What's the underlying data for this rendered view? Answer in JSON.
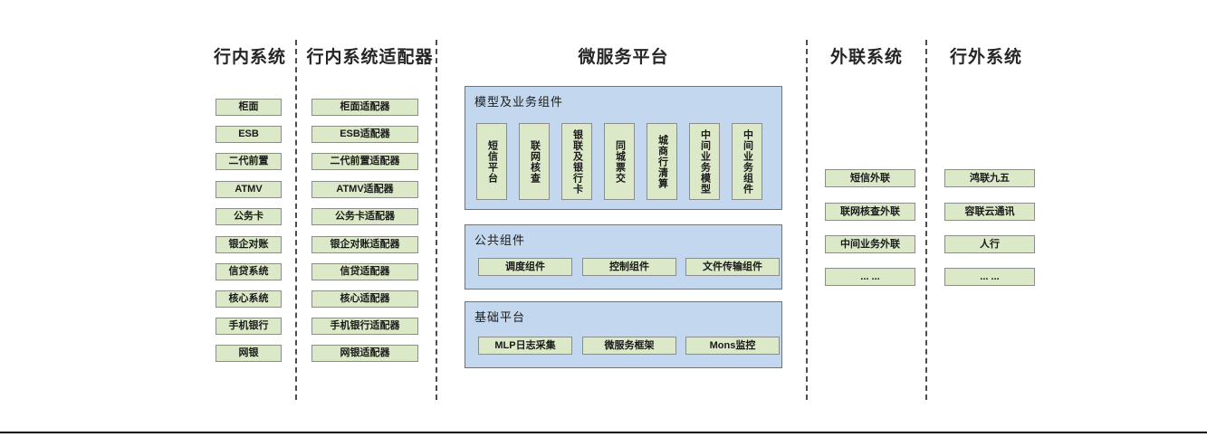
{
  "diagram": {
    "columns": [
      {
        "key": "internal_systems",
        "title": "行内系统",
        "items": [
          "柜面",
          "ESB",
          "二代前置",
          "ATMV",
          "公务卡",
          "银企对账",
          "信贷系统",
          "核心系统",
          "手机银行",
          "网银"
        ]
      },
      {
        "key": "internal_adapters",
        "title": "行内系统适配器",
        "items": [
          "柜面适配器",
          "ESB适配器",
          "二代前置适配器",
          "ATMV适配器",
          "公务卡适配器",
          "银企对账适配器",
          "信贷适配器",
          "核心适配器",
          "手机银行适配器",
          "网银适配器"
        ]
      },
      {
        "key": "microservice_platform",
        "title": "微服务平台"
      },
      {
        "key": "external_link_systems",
        "title": "外联系统",
        "items": [
          "短信外联",
          "联网核查外联",
          "中间业务外联",
          "... ..."
        ]
      },
      {
        "key": "outside_bank_systems",
        "title": "行外系统",
        "items": [
          "鸿联九五",
          "容联云通讯",
          "人行",
          "... ..."
        ]
      }
    ],
    "platform_panels": [
      {
        "key": "model_business_components",
        "title": "模型及业务组件",
        "orientation": "vertical",
        "items": [
          "短信平台",
          "联网核查",
          "银联及银行卡",
          "同城票交",
          "城商行清算",
          "中间业务模型",
          "中间业务组件"
        ]
      },
      {
        "key": "public_components",
        "title": "公共组件",
        "orientation": "horizontal",
        "items": [
          "调度组件",
          "控制组件",
          "文件传输组件"
        ]
      },
      {
        "key": "base_platform",
        "title": "基础平台",
        "orientation": "horizontal",
        "items": [
          "MLP日志采集",
          "微服务框架",
          "Mons监控"
        ]
      }
    ],
    "colors": {
      "node_fill": "#dce9c8",
      "node_border": "#8c8c8c",
      "panel_fill": "#c3d8ef",
      "panel_border": "#737373",
      "divider": "#4d4d4d",
      "text": "#1a1a1a",
      "background": "#ffffff"
    }
  }
}
